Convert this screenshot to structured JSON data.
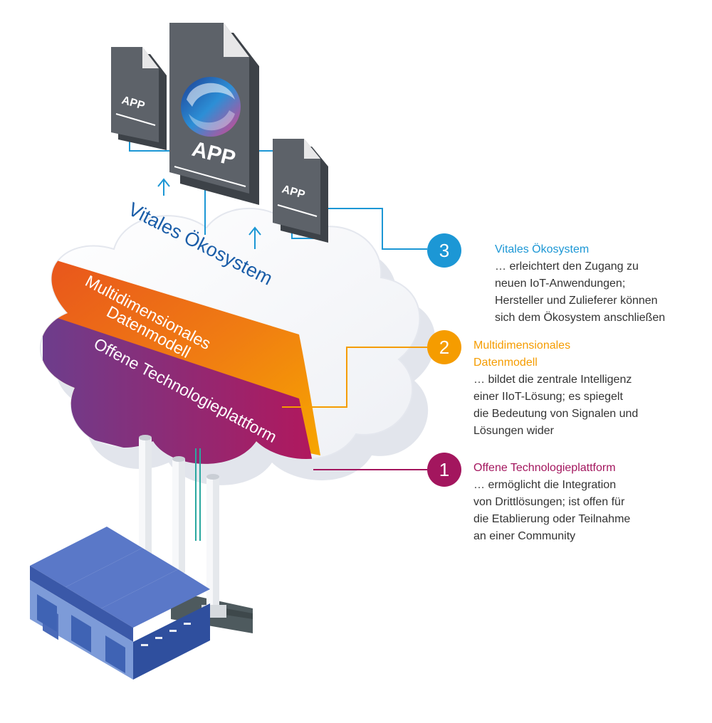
{
  "colors": {
    "blue": "#1c97d5",
    "orange": "#f59c00",
    "magenta": "#a3165e",
    "connector_teal": "#2aa8a0",
    "doc_gray": "#5d6269"
  },
  "apps": {
    "main_label": "APP",
    "left_label": "APP",
    "right_label": "APP",
    "logo_icon": "swirl-logo-icon"
  },
  "cloud": {
    "ecosystem_label": "Vitales Ökosystem",
    "datamodel_line1": "Multidimensionales",
    "datamodel_line2": "Datenmodell",
    "platform_label": "Offene Technologieplattform"
  },
  "callouts": [
    {
      "number": "3",
      "title": "Vitales Ökosystem",
      "lines": [
        "… erleichtert den Zugang zu",
        "neuen IoT-Anwendungen;",
        "Hersteller und Zulieferer können",
        "sich dem Ökosystem anschließen"
      ]
    },
    {
      "number": "2",
      "title_lines": [
        "Multidimensionales",
        "Datenmodell"
      ],
      "lines": [
        "… bildet die zentrale Intelligenz",
        "einer IIoT-Lösung; es spiegelt",
        "die Bedeutung von Signalen und",
        "Lösungen wider"
      ]
    },
    {
      "number": "1",
      "title": "Offene Technologieplattform",
      "lines": [
        "… ermöglicht die Integration",
        "von Drittlösungen; ist offen für",
        "die Etablierung oder Teilnahme",
        "an einer Community"
      ]
    }
  ],
  "factory": {
    "icon": "factory-icon"
  }
}
